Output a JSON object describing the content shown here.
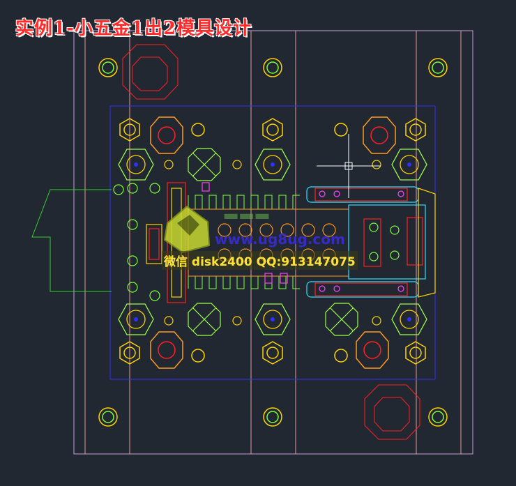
{
  "title": "实例1-小五金1出2模具设计",
  "watermark": {
    "site": "www.ug8ug.com",
    "contact": "微信 disk2400 QQ:913147075"
  },
  "colors": {
    "background": "#222831",
    "plate_outline": "#c8a0e0",
    "guide_line": "#e79a9a",
    "cavity_border": "#3030ff",
    "bolt_yellow": "#ffd400",
    "bolt_green": "#7cff3a",
    "red": "#ff2020",
    "cyan": "#30e0ff",
    "magenta": "#ff40ff",
    "title_red": "#ff2a2a"
  }
}
